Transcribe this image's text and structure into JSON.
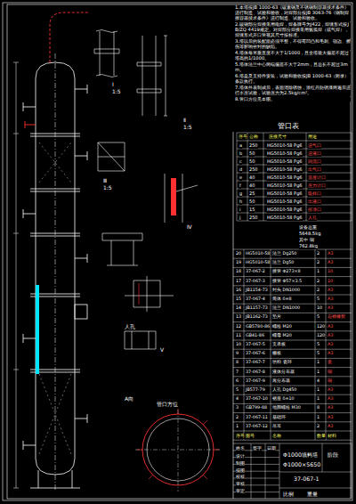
{
  "diagram": {
    "labels": [
      "1.本塔按JB 1000-63《碳素钢及不锈钢制容器技术条件》进行制造、试验和验收，对焊部分按JB 3063-76《钢制焊接容器技术条件》进行制造、试验和验收。",
      "2.碳钢部分焊接采用电焊，焊条牌号为J422，焊缝形式按JB/ZQ 4419规定。对焊部分焊接采用氩弧焊（或气焊），焊缝形式开口管视其尺寸按标准。",
      "3.塔以后的装配面必须平整，不得有凹凸和毛刺、锐边、擦伤等影响密封的缺陷。",
      "4.塔体每米垂直度不大于1/1000，且全塔最大偏差不超过塔高的1/1000。",
      "5.塔体法兰中心两端偏差不大于2mm，且总长不超过3mm。",
      "6.塔盘及支持件安装，试验和验收按JB 1000-63（附录）条款执行。",
      "7.塔体外表制成后，表面清除锈蚀，涂红丹防锈漆两遍后进行水压试验，试验压力为2.5kg/cm²。",
      "8.管口方位见本图。",
      "管口表",
      "序号",
      "公称",
      "连接尺寸",
      "用途",
      "a",
      "250",
      "HG5010-58 Pg6",
      "进气口",
      "b",
      "50",
      "HG5010-58 Pg6",
      "进液口",
      "c",
      "50",
      "HG5010-58 Pg6",
      "回流口",
      "d",
      "250",
      "HG5010-58 Pg6",
      "出气口",
      "e",
      "40",
      "HG5010-58 Pg6",
      "温度计口",
      "f",
      "40",
      "HG5010-58 Pg6",
      "压力计口",
      "g",
      "25",
      "HG5010-58 Pg6",
      "取样口",
      "h",
      "50",
      "HG5010-58 Pg6",
      "出液口",
      "i",
      "15",
      "HG5010-58 Pg6",
      "排净口",
      "j",
      "250",
      "HG5010-58 Pg6",
      "人孔",
      "设备总重",
      "5648.5kg",
      "其中 铜",
      "762.8kg",
      "20",
      "HG5010-58",
      "法兰 Dg250",
      "2",
      "A3",
      "19",
      "HG5010-58",
      "法兰 Dg50",
      "2",
      "A3",
      "18",
      "37-067-2",
      "接管 Φ273×8",
      "1",
      "10",
      "17",
      "37-067-3",
      "接管 Φ57×3.5",
      "2",
      "10",
      "16",
      "JB1154-73",
      "封头 DN1000",
      "2",
      "A3",
      "15",
      "37-067-4",
      "筒体 δ=8",
      "5",
      "A3",
      "14",
      "JB1157-73",
      "法兰 DN1000",
      "10",
      "A3",
      "13",
      "JB1162-73",
      "垫片",
      "5",
      "石棉橡胶",
      "12",
      "GB5780-86",
      "螺栓 M20",
      "120",
      "A3",
      "11",
      "GB41-86",
      "螺母 M20",
      "120",
      "A3",
      "10",
      "37-067-5",
      "支承板",
      "5",
      "A3",
      "9",
      "37-067-6",
      "栅板",
      "5",
      "A3",
      "8",
      "37-067-7",
      "填料 瓷环",
      "1",
      "瓷",
      "7",
      "37-067-8",
      "液体分布器",
      "1",
      "铜",
      "6",
      "37-067-9",
      "再分布器",
      "4",
      "铜",
      "5",
      "JB577-79",
      "人孔 Dg450",
      "1",
      "A3",
      "4",
      "37-067-10",
      "裙座 δ=10",
      "1",
      "A3",
      "3",
      "GB799-88",
      "地脚螺栓 M30",
      "8",
      "A3",
      "2",
      "37-067-11",
      "基础环",
      "1",
      "A3",
      "1",
      "37-067-12",
      "吊耳",
      "2",
      "A3",
      "序号",
      "图号",
      "名称",
      "数量",
      "材料",
      "设计",
      "制图",
      "描图",
      "校核",
      "审核",
      "审定",
      "姓名",
      "签字",
      "日期",
      "Φ1000填料塔",
      "Φ1000×5650",
      "37-067-1",
      "比例",
      "重量",
      "阶段",
      "Ⅰ",
      "1:5",
      "Ⅱ",
      "1:5",
      "Ⅲ",
      "1:5",
      "Ⅳ",
      "人孔",
      "Ⅴ",
      "A向",
      "管口方位"
    ]
  }
}
